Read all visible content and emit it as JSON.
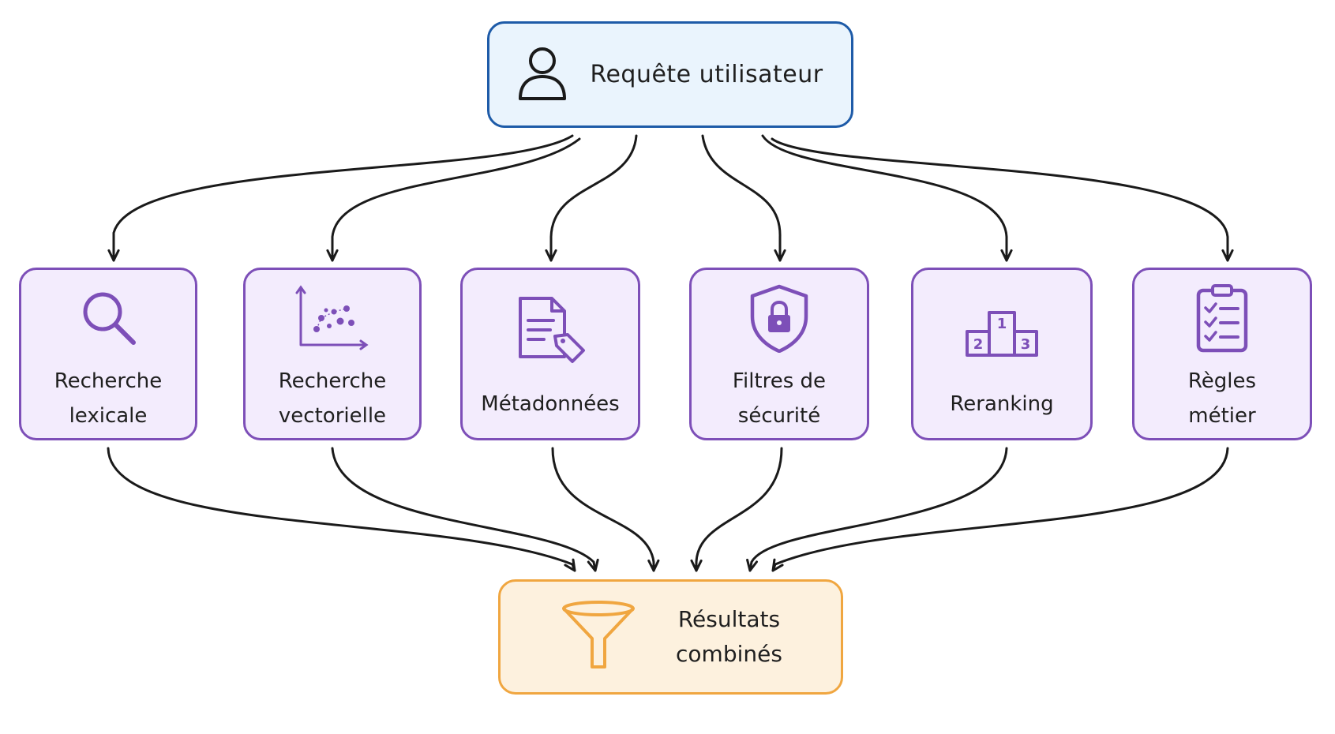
{
  "source": {
    "label": "Requête utilisateur",
    "icon": "user-icon",
    "color": "#1e5ba8"
  },
  "steps": [
    {
      "label": "Recherche\nlexicale",
      "icon": "magnifier-icon"
    },
    {
      "label": "Recherche\nvectorielle",
      "icon": "scatter-plot-icon"
    },
    {
      "label": "Métadonnées",
      "icon": "document-tag-icon"
    },
    {
      "label": "Filtres de\nsécurité",
      "icon": "shield-lock-icon"
    },
    {
      "label": "Reranking",
      "icon": "podium-icon"
    },
    {
      "label": "Règles\nmétier",
      "icon": "checklist-icon"
    }
  ],
  "result": {
    "label": "Résultats\ncombinés",
    "icon": "funnel-icon",
    "color": "#f0a640"
  },
  "colors": {
    "source_fill": "#eaf4fd",
    "step_fill": "#f3ecfd",
    "step_border": "#7d4fb8",
    "result_fill": "#fdf1de",
    "arrow": "#1a1a1a"
  }
}
